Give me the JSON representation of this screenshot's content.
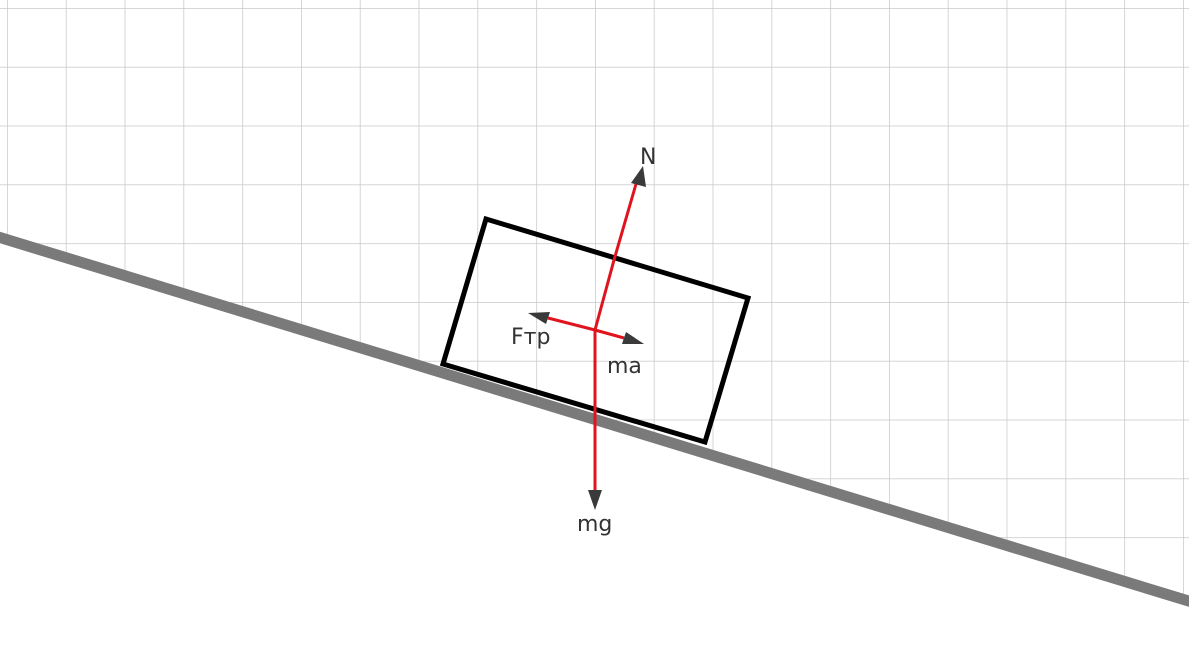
{
  "labels": {
    "normal": "N",
    "friction": "Fтр",
    "net_force": "ma",
    "gravity": "mg"
  },
  "colors": {
    "grid": "#c8c8c8",
    "incline": "#7a7a7a",
    "block": "#000000",
    "force_line": "#e0141e",
    "arrow_head": "#3a3a3a",
    "text": "#333333"
  }
}
